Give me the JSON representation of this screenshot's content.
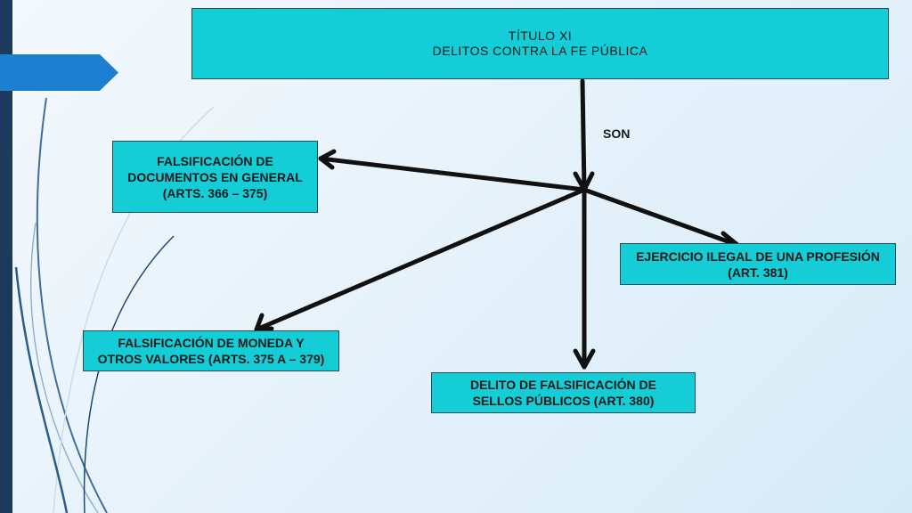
{
  "title": {
    "line1": "TÍTULO XI",
    "line2": "DELITOS CONTRA LA FE PÚBLICA"
  },
  "connector_label": "SON",
  "nodes": {
    "docs": [
      "FALSIFICACIÓN DE",
      "DOCUMENTOS EN GENERAL",
      "(ARTS. 366 – 375)"
    ],
    "ejercicio": [
      "EJERCICIO ILEGAL DE UNA PROFESIÓN",
      "(ART. 381)"
    ],
    "moneda": [
      "FALSIFICACIÓN DE MONEDA Y",
      "OTROS VALORES (ARTS. 375 A – 379)"
    ],
    "sellos": [
      "DELITO DE FALSIFICACIÓN DE",
      "SELLOS PÚBLICOS (ART. 380)"
    ]
  },
  "colors": {
    "box_fill": "#14cdd6",
    "accent_bar": "#1b3a5c",
    "accent_tab": "#1e7fd0",
    "arrow": "#111111"
  }
}
